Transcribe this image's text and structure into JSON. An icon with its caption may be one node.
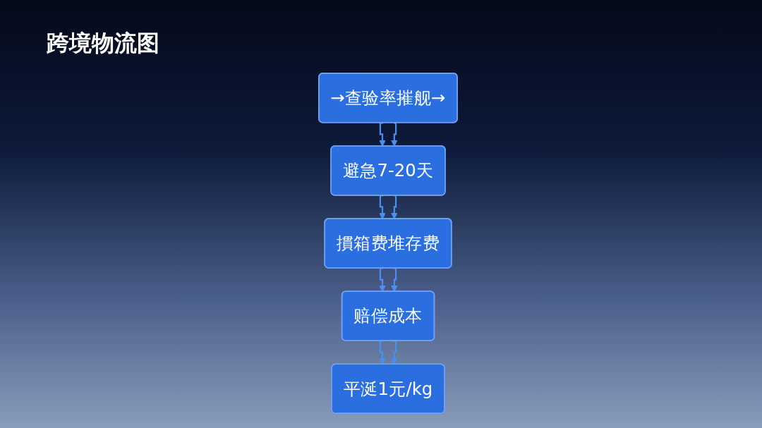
{
  "diagram": {
    "title": "跨境物流图",
    "nodes": [
      {
        "text": [
          "→查验率摧舰→"
        ]
      },
      {
        "text": [
          "避急7-20天"
        ]
      },
      {
        "text": [
          "摜箱费堆存费"
        ]
      },
      {
        "text": [
          "赔偿成本"
        ]
      },
      {
        "text": [
          "平涎1元/kg"
        ]
      }
    ],
    "edges": [
      {
        "from": 0,
        "to": 1,
        "arrow": "to"
      },
      {
        "from": 0,
        "to": 1,
        "arrow": "to"
      },
      {
        "from": 1,
        "to": 2,
        "arrow": "to"
      },
      {
        "from": 1,
        "to": 2,
        "arrow": "to"
      },
      {
        "from": 2,
        "to": 3,
        "arrow": "to"
      },
      {
        "from": 2,
        "to": 3,
        "arrow": "to"
      },
      {
        "from": 3,
        "to": 4,
        "arrow": "to"
      },
      {
        "from": 3,
        "to": 4,
        "arrow": "to"
      }
    ]
  }
}
